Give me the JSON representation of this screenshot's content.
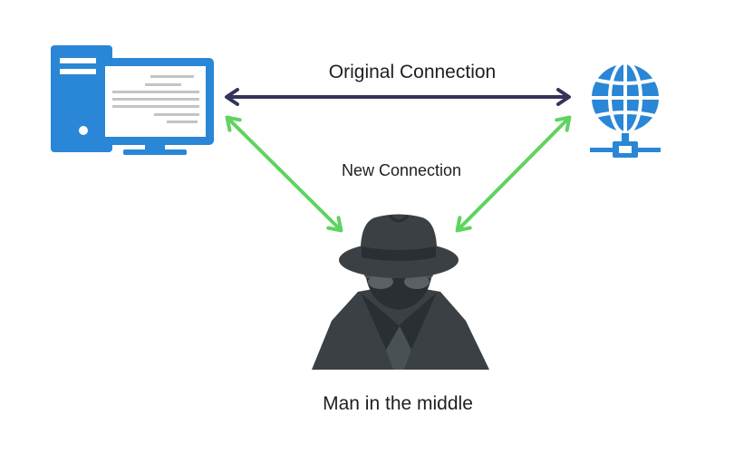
{
  "labels": {
    "original_connection": "Original Connection",
    "new_connection": "New Connection",
    "man_in_the_middle": "Man in the middle"
  },
  "icons": {
    "client": "desktop-computer-icon",
    "server": "globe-network-icon",
    "attacker": "spy-hat-icon"
  },
  "colors": {
    "original_arrow": "#34345a",
    "new_arrow": "#5fd35f",
    "computer_blue": "#2a86d6",
    "globe_blue": "#2a86d6",
    "spy_dark": "#3a4044",
    "spy_darker": "#2a2f33"
  }
}
